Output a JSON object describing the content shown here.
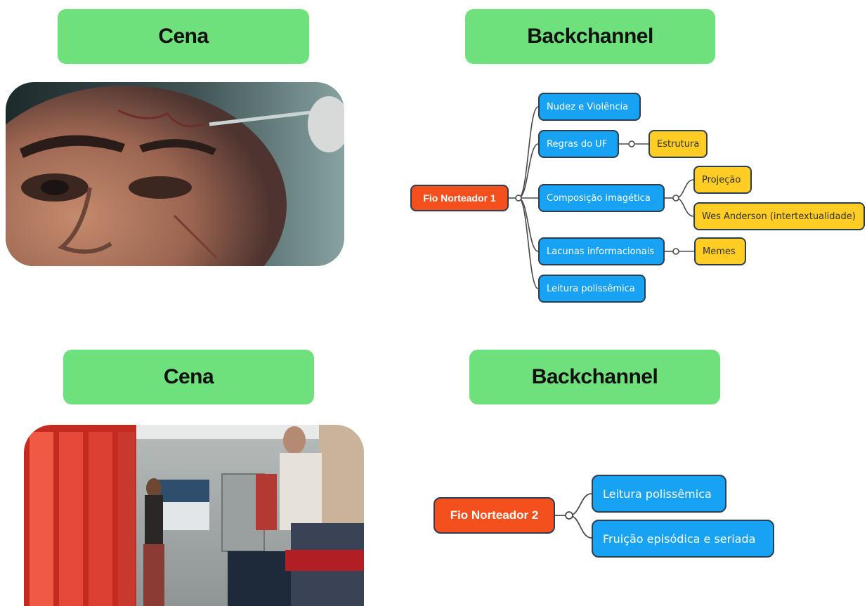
{
  "section1": {
    "cena_label": "Cena",
    "backchannel_label": "Backchannel",
    "root": "Fio Norteador 1",
    "nodes": {
      "nudez": "Nudez e Violência",
      "regras": "Regras do UF",
      "estrutura": "Estrutura",
      "composicao": "Composição imagética",
      "projecao": "Projeção",
      "wes": "Wes Anderson (intertextualidade)",
      "lacunas": "Lacunas informacionais",
      "memes": "Memes",
      "leitura": "Leitura polissêmica"
    }
  },
  "section2": {
    "cena_label": "Cena",
    "backchannel_label": "Backchannel",
    "root": "Fio Norteador 2",
    "nodes": {
      "leitura": "Leitura polissêmica",
      "fruicao": "Fruição episódica e seriada"
    }
  },
  "colors": {
    "header": "#6ee07c",
    "root": "#f4501e",
    "branch": "#17a2f4",
    "leaf": "#ffcd23"
  }
}
